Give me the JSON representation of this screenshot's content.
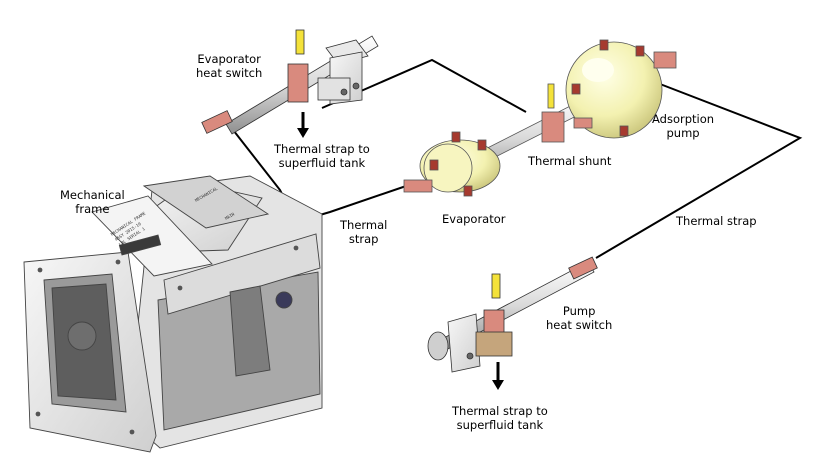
{
  "labels": {
    "evaporator_heat_switch": [
      "Evaporator",
      "heat switch"
    ],
    "thermal_strap_tank_top": [
      "Thermal strap to",
      "superfluid tank"
    ],
    "mechanical_frame": [
      "Mechanical",
      "frame"
    ],
    "thermal_strap_left": [
      "Thermal",
      "strap"
    ],
    "evaporator": "Evaporator",
    "thermal_shunt": "Thermal shunt",
    "adsorption_pump": [
      "Adsorption",
      "pump"
    ],
    "thermal_strap_right": "Thermal strap",
    "pump_heat_switch": [
      "Pump",
      "heat switch"
    ],
    "thermal_strap_tank_bottom": [
      "Thermal strap to",
      "superfluid tank"
    ]
  },
  "frame_markings": {
    "plate_text": [
      "MECHANICAL FRAME",
      "ASSY 2015-10",
      "LBL SERIAL 1"
    ],
    "side_text": "MAIN",
    "rear_text": "MECHANICAL"
  },
  "colors": {
    "strap_line": "#000000",
    "pump_body": "#f3f1b0",
    "copper": "#d98a7e",
    "heater_yellow": "#f4e23a",
    "steel": "#d8d8d8",
    "frame_metal": "#ececec"
  }
}
